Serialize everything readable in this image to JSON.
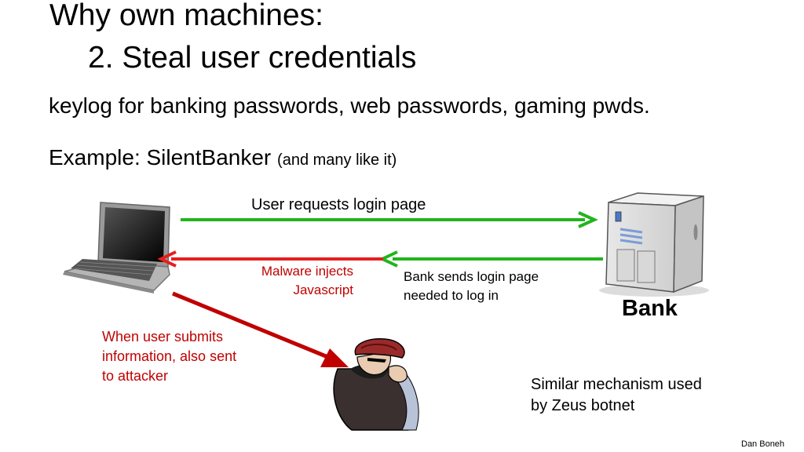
{
  "title": {
    "line1": "Why own machines:",
    "line2": "2.  Steal user credentials"
  },
  "body": {
    "keylog": "keylog for banking passwords,   web passwords,   gaming pwds.",
    "example_prefix": "Example:  SilentBanker  ",
    "example_note": "(and many like it)"
  },
  "diagram": {
    "request_label": "User requests login page",
    "malware_label": [
      "Malware injects",
      "Javascript"
    ],
    "bank_response_label": [
      "Bank sends login page",
      "needed to log in"
    ],
    "bank_name": "Bank",
    "exfil_label": [
      "When user submits",
      "information, also sent",
      "to attacker"
    ],
    "zeus_note": [
      "Similar mechanism used",
      "by Zeus botnet"
    ],
    "icons": [
      "laptop-icon",
      "server-icon",
      "attacker-icon"
    ],
    "colors": {
      "green_arrow": "#22b41e",
      "red_arrow": "#e61e1e",
      "dark_red_arrow": "#c00000",
      "red_text": "#c00000"
    }
  },
  "footer": {
    "author": "Dan Boneh"
  }
}
